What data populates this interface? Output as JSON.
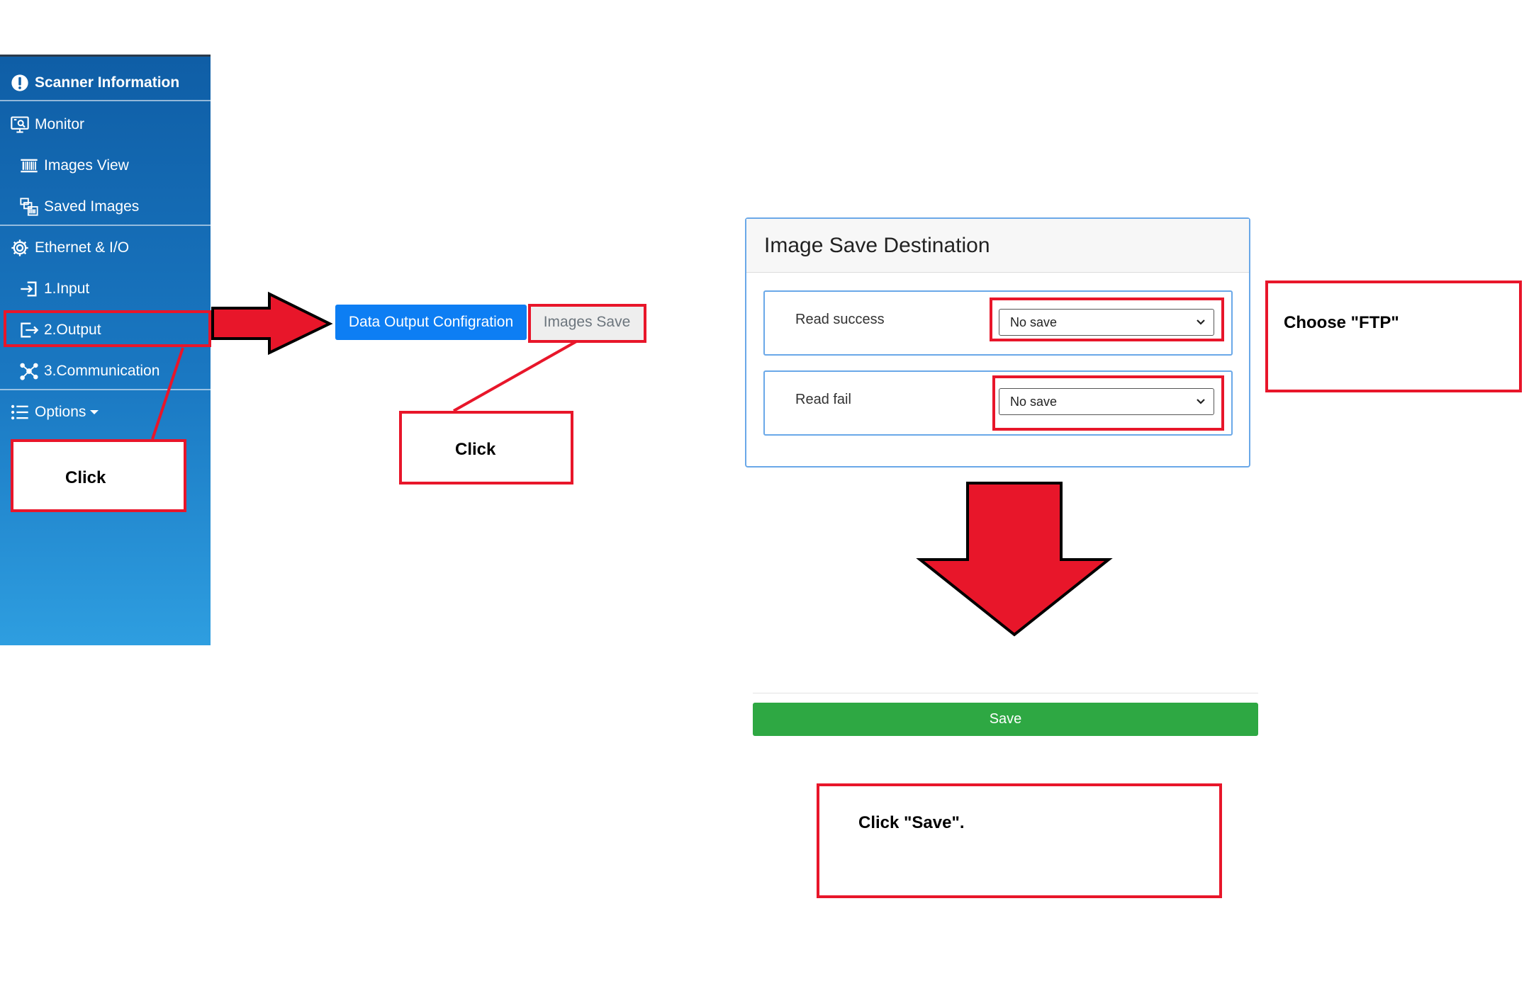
{
  "sidebar": {
    "title": "Scanner Information",
    "items": [
      {
        "label": "Monitor"
      },
      {
        "label": "Images View"
      },
      {
        "label": "Saved Images"
      },
      {
        "label": "Ethernet & I/O"
      },
      {
        "label": "1.Input"
      },
      {
        "label": "2.Output"
      },
      {
        "label": "3.Communication"
      },
      {
        "label": "Options"
      }
    ]
  },
  "tabs": {
    "active": "Data Output Configration",
    "images_save": "Images Save"
  },
  "card": {
    "title": "Image Save Destination",
    "rows": [
      {
        "label": "Read success",
        "value": "No save"
      },
      {
        "label": "Read fail",
        "value": "No save"
      }
    ]
  },
  "save_label": "Save",
  "annotations": {
    "click_sidebar": "Click",
    "click_tab": "Click",
    "choose_ftp": "Choose \"FTP\"",
    "click_save": "Click \"Save\"."
  },
  "colors": {
    "annotation_red": "#e8162a",
    "primary_blue": "#0d7ef3",
    "save_green": "#2ea843",
    "sidebar_top": "#0f5ea6",
    "sidebar_bottom": "#2e9ee0"
  }
}
